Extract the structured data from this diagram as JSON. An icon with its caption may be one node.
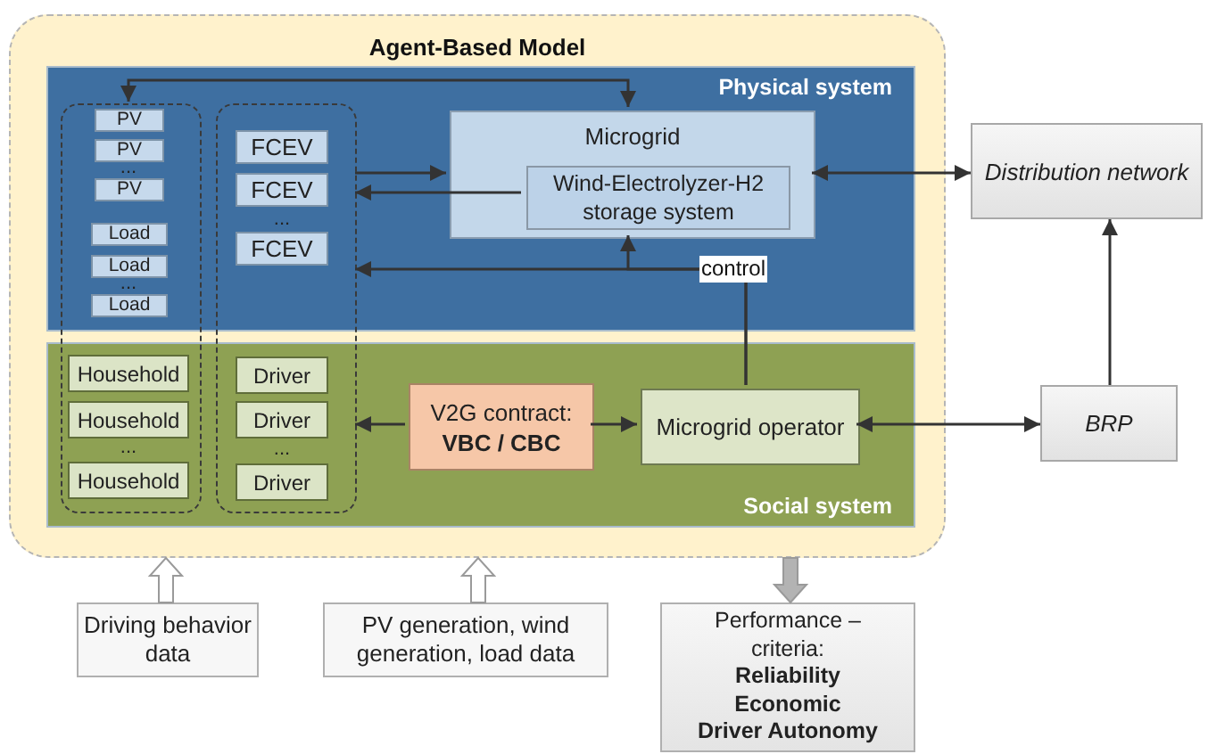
{
  "diagram": {
    "nodes": [
      {
        "text": [
          "Agent-Based Model"
        ]
      },
      {
        "text": [
          "Physical system"
        ],
        "in": 0
      },
      {
        "text": [],
        "shape": "box",
        "in": 0
      },
      {
        "text": [],
        "shape": "box",
        "in": 0
      },
      {
        "text": [
          "PV"
        ]
      },
      {
        "text": [
          "PV"
        ]
      },
      {
        "text": [
          "PV"
        ]
      },
      {
        "text": [
          "Load"
        ]
      },
      {
        "text": [
          "Load"
        ]
      },
      {
        "text": [
          "Load"
        ]
      },
      {
        "text": [
          "FCEV"
        ]
      },
      {
        "text": [
          "FCEV"
        ]
      },
      {
        "text": [
          "FCEV"
        ]
      },
      {
        "text": [
          "Microgrid"
        ],
        "in": 1
      },
      {
        "text": [
          "Wind-Electrolyzer-H2 storage system"
        ],
        "in": 13
      },
      {
        "text": [
          "Social system"
        ],
        "in": 0
      },
      {
        "text": [
          "Household"
        ]
      },
      {
        "text": [
          "Household"
        ]
      },
      {
        "text": [
          "Household"
        ]
      },
      {
        "text": [
          "Driver"
        ]
      },
      {
        "text": [
          "Driver"
        ]
      },
      {
        "text": [
          "Driver"
        ]
      },
      {
        "text": [
          "V2G contract: **VBC / CBC**"
        ],
        "in": 15
      },
      {
        "text": [
          "Microgrid operator"
        ],
        "in": 15
      },
      {
        "text": [
          "Distribution network"
        ]
      },
      {
        "text": [
          "BRP"
        ]
      },
      {
        "text": [
          "Driving behavior data"
        ]
      },
      {
        "text": [
          "PV generation, wind generation, load data"
        ]
      },
      {
        "text": [
          "Performance – criteria:",
          "Reliability",
          "Economic",
          "Driver Autonomy"
        ]
      }
    ],
    "edges": [
      {
        "from": 2,
        "to": 13,
        "arrow": "both"
      },
      {
        "from": 3,
        "to": 13,
        "arrow": "to"
      },
      {
        "from": 14,
        "to": 3,
        "arrow": "to"
      },
      {
        "from": 23,
        "to": 3,
        "arrow": "to",
        "label": "control"
      },
      {
        "from": 23,
        "to": 13,
        "arrow": "to"
      },
      {
        "from": 13,
        "to": 24,
        "arrow": "both"
      },
      {
        "from": 23,
        "to": 25,
        "arrow": "both"
      },
      {
        "from": 25,
        "to": 24,
        "arrow": "to"
      },
      {
        "from": 22,
        "to": 23,
        "arrow": "to"
      },
      {
        "from": 22,
        "to": 3,
        "arrow": "to"
      },
      {
        "from": 26,
        "to": 0,
        "arrow": "to",
        "style": "thick",
        "color": "#ffffff"
      },
      {
        "from": 27,
        "to": 0,
        "arrow": "to",
        "style": "thick",
        "color": "#ffffff"
      },
      {
        "from": 0,
        "to": 28,
        "arrow": "to",
        "style": "thick",
        "color": "#b3b3b3"
      }
    ],
    "labels": [
      "...",
      "...",
      "...",
      "...",
      "..."
    ]
  }
}
